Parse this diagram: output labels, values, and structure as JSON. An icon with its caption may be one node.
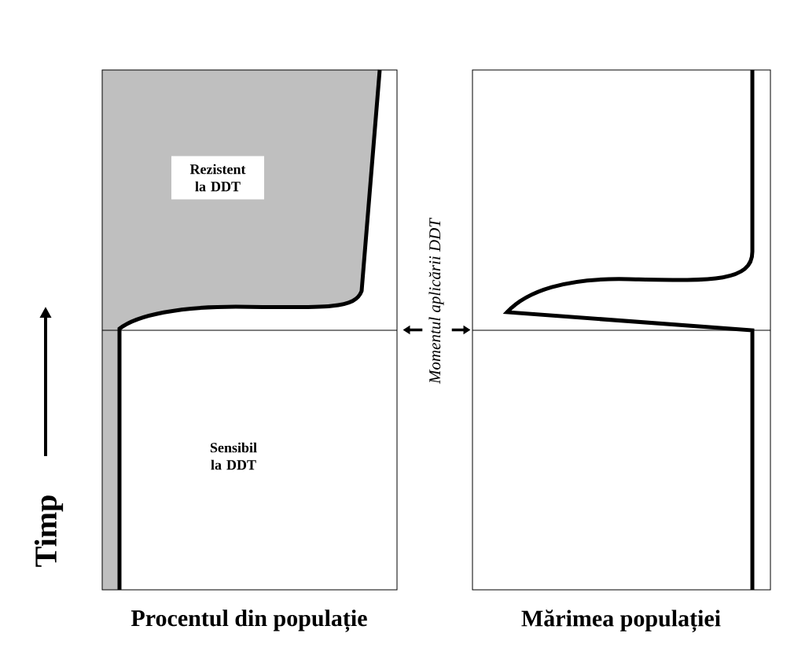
{
  "diagram": {
    "nodes": [
      {
        "text": [
          "Procentul din populație"
        ]
      },
      {
        "text": [
          "Mărimea populației"
        ]
      },
      {
        "text": [
          "Rezistent la DDT"
        ],
        "in": 0
      },
      {
        "text": [
          "Momentul aplicării DDT"
        ]
      }
    ],
    "edges": [
      {
        "from": 3,
        "to": 0,
        "arrow": "to"
      },
      {
        "from": 3,
        "to": 1,
        "arrow": "to"
      }
    ],
    "labels": [
      "Sensibil la DDT",
      "Timp"
    ]
  }
}
